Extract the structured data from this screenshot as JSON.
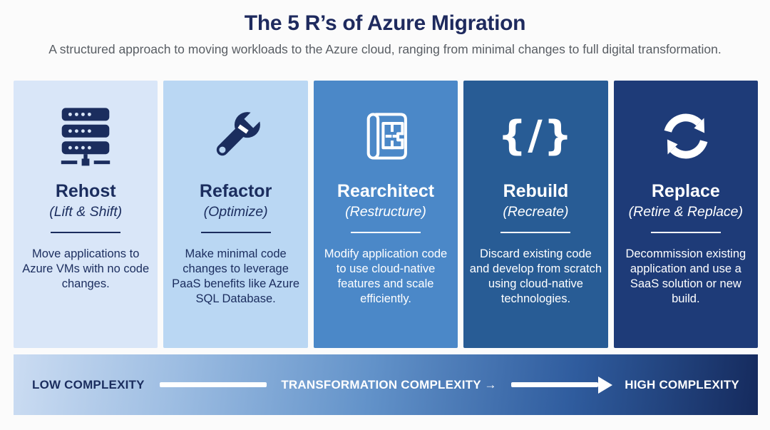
{
  "page": {
    "title": "The 5 R’s of Azure Migration",
    "subtitle": "A structured approach to moving workloads to the Azure cloud, ranging from minimal changes to full digital transformation.",
    "background": "#fbfbfb",
    "accent_navy": "#1b2d5e"
  },
  "cards": [
    {
      "name": "Rehost",
      "alias": "(Lift & Shift)",
      "description": "Move applications to Azure VMs with no code changes.",
      "icon": "server-stack-icon",
      "bg": "#d9e6f8",
      "text_color": "#1b2d5e"
    },
    {
      "name": "Refactor",
      "alias": "(Optimize)",
      "description": "Make minimal code changes to leverage PaaS benefits like Azure SQL Database.",
      "icon": "wrench-icon",
      "bg": "#bad7f3",
      "text_color": "#1b2d5e"
    },
    {
      "name": "Rearchitect",
      "alias": "(Restructure)",
      "description": "Modify application code to use cloud-native features and scale efficiently.",
      "icon": "blueprint-icon",
      "bg": "#4b88c8",
      "text_color": "#ffffff"
    },
    {
      "name": "Rebuild",
      "alias": "(Recreate)",
      "description": "Discard existing code and develop from scratch using cloud-native technologies.",
      "icon": "code-braces-icon",
      "icon_glyph": "{/}",
      "bg": "#285c95",
      "text_color": "#ffffff"
    },
    {
      "name": "Replace",
      "alias": "(Retire & Replace)",
      "description": "Decommission existing application and use a SaaS solution or new build.",
      "icon": "refresh-arrows-icon",
      "bg": "#1e3b78",
      "text_color": "#ffffff"
    }
  ],
  "complexity_bar": {
    "low_label": "LOW COMPLEXITY",
    "middle_label": "TRANSFORMATION COMPLEXITY →",
    "high_label": "HIGH COMPLEXITY",
    "gradient_start": "#cbdcf2",
    "gradient_end": "#152a5d"
  }
}
